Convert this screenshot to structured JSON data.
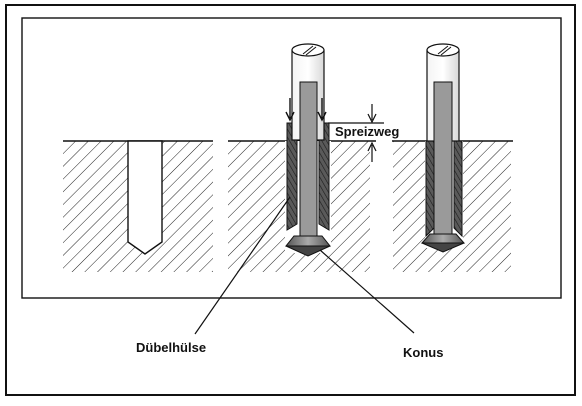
{
  "labels": {
    "spreizweg": "Spreizweg",
    "duebelhuelse": "Dübelhülse",
    "konus": "Konus"
  },
  "colors": {
    "ink": "#111111",
    "background": "#ffffff",
    "sleeve_shade": "#6a6a6a",
    "cone_shade": "#8a8a8a",
    "bolt_shade": "#bdbdbd"
  }
}
